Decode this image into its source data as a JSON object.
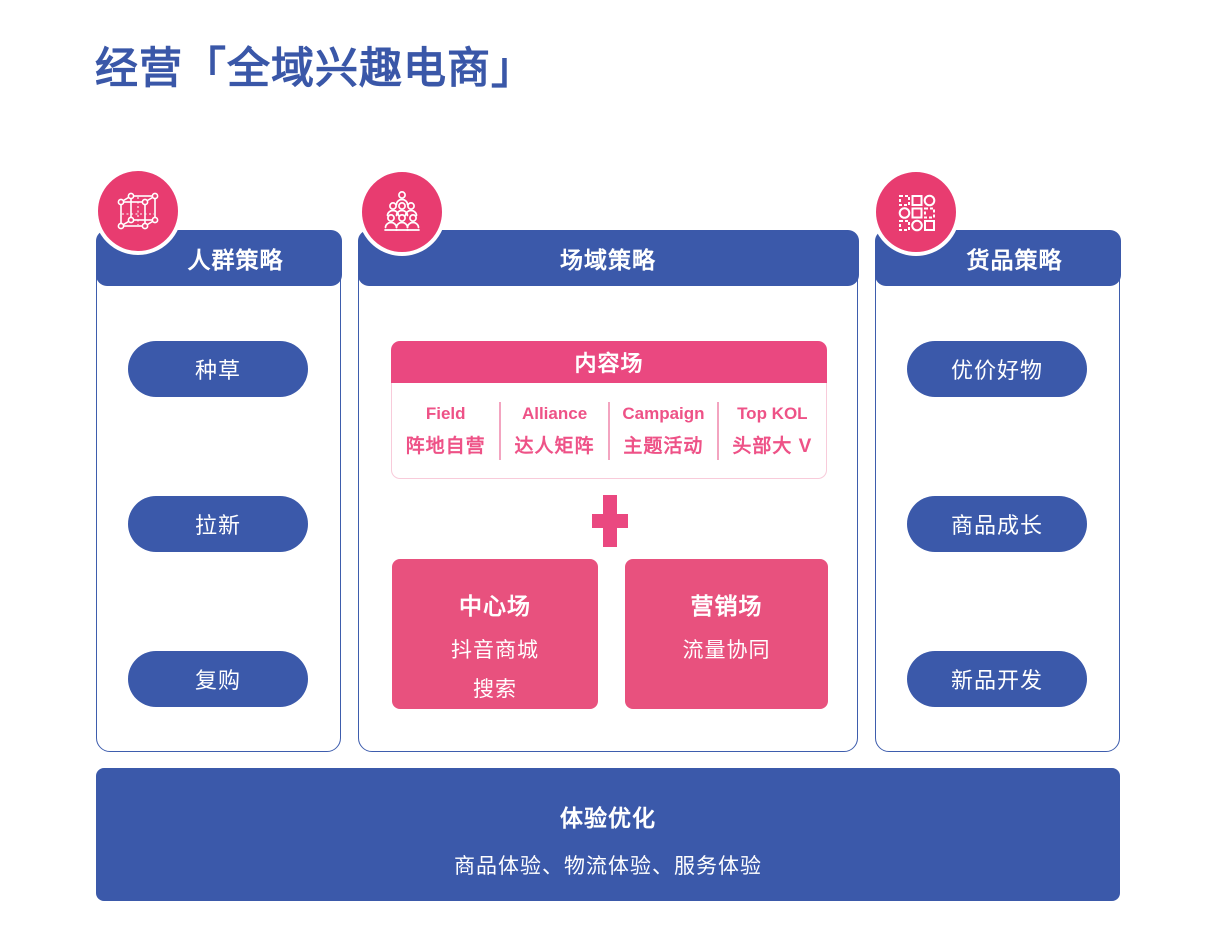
{
  "page": {
    "title": "经营「全域兴趣电商」"
  },
  "colors": {
    "blue": "#3B59AA",
    "card_border_blue": "#3E5DAD",
    "pink_circle": "#E83C70",
    "pink_header": "#EA4880",
    "pink_box": "#E8517E",
    "pink_text": "#EE5287",
    "pink_light_border": "#F8CBDA",
    "white": "#FFFFFF"
  },
  "columns": [
    {
      "id": "audience-strategy",
      "icon": "cube-network-icon",
      "header": "人群策略",
      "pills": [
        "种草",
        "拉新",
        "复购"
      ]
    },
    {
      "id": "field-strategy",
      "icon": "people-group-icon",
      "header": "场域策略",
      "content_field": {
        "title": "内容场",
        "cells": [
          {
            "en": "Field",
            "zh": "阵地自营"
          },
          {
            "en": "Alliance",
            "zh": "达人矩阵"
          },
          {
            "en": "Campaign",
            "zh": "主题活动"
          },
          {
            "en": "Top KOL",
            "zh": "头部大 V"
          }
        ]
      },
      "plus_label": "+",
      "boxes": [
        {
          "title": "中心场",
          "lines": [
            "抖音商城",
            "搜索"
          ]
        },
        {
          "title": "营销场",
          "lines": [
            "流量协同"
          ]
        }
      ]
    },
    {
      "id": "goods-strategy",
      "icon": "grid-products-icon",
      "header": "货品策略",
      "pills": [
        "优价好物",
        "商品成长",
        "新品开发"
      ]
    }
  ],
  "footer": {
    "title": "体验优化",
    "subtitle": "商品体验、物流体验、服务体验"
  }
}
